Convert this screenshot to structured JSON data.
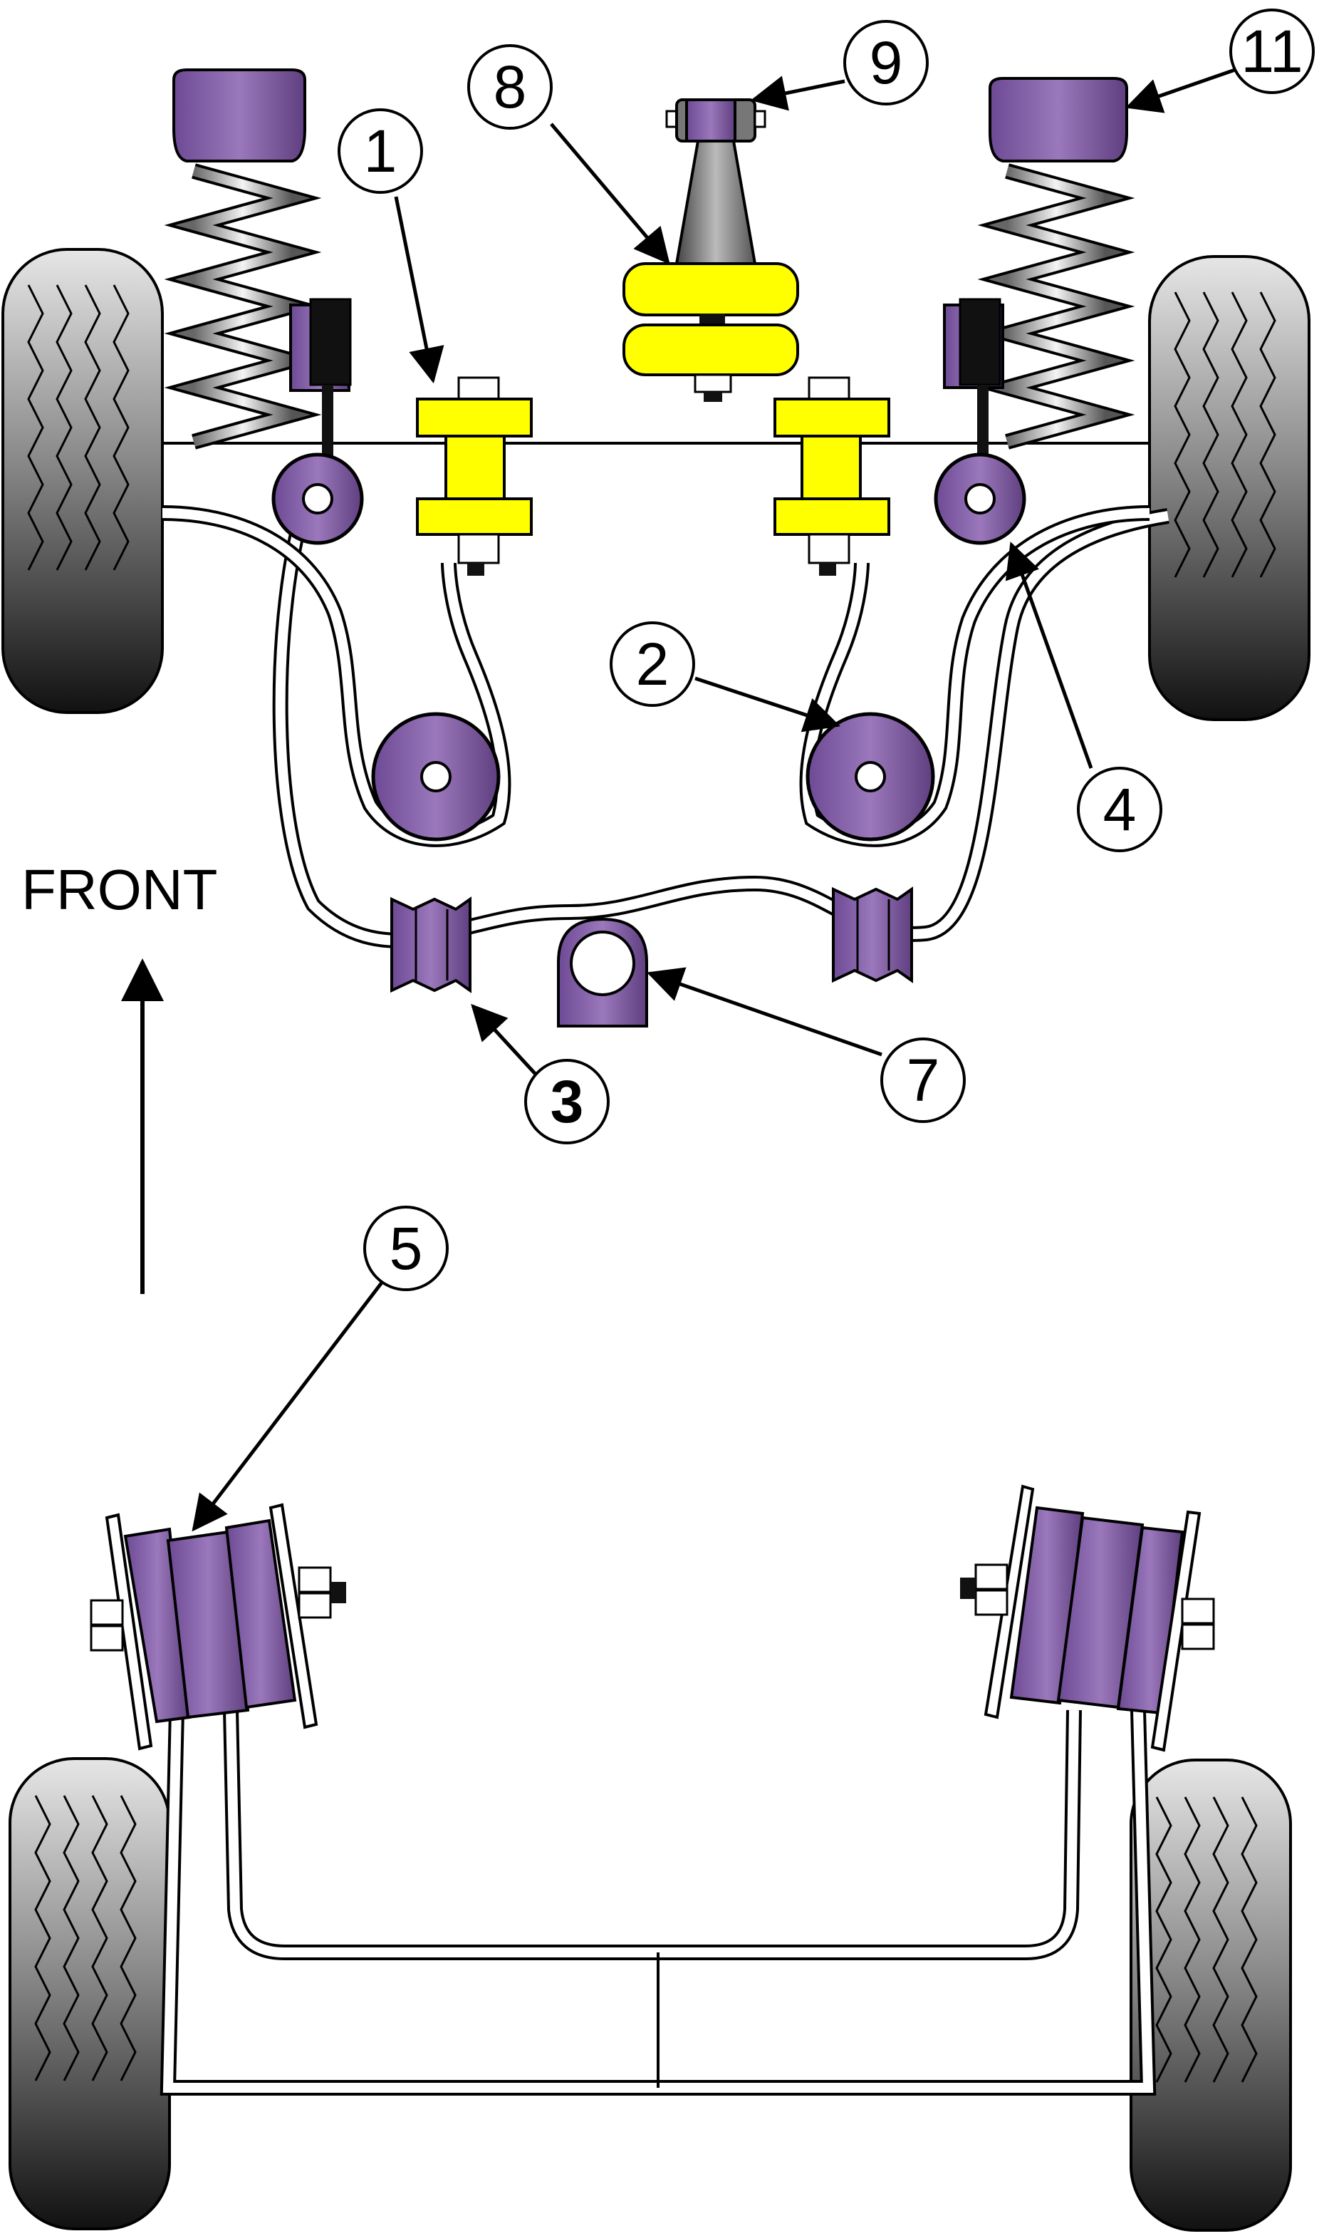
{
  "figure": {
    "direction_label": "FRONT",
    "callouts": [
      {
        "id": "1",
        "label": "1"
      },
      {
        "id": "2",
        "label": "2"
      },
      {
        "id": "3",
        "label": "3"
      },
      {
        "id": "4",
        "label": "4"
      },
      {
        "id": "5",
        "label": "5"
      },
      {
        "id": "7",
        "label": "7"
      },
      {
        "id": "8",
        "label": "8"
      },
      {
        "id": "9",
        "label": "9"
      },
      {
        "id": "11",
        "label": "11"
      }
    ]
  },
  "colors": {
    "bush_purple": "#9068b0",
    "bush_purple_dark": "#5f3f80",
    "bush_yellow": "#ffff00",
    "tyre_dark": "#1a1a1a",
    "tyre_light": "#d8d8d8"
  }
}
